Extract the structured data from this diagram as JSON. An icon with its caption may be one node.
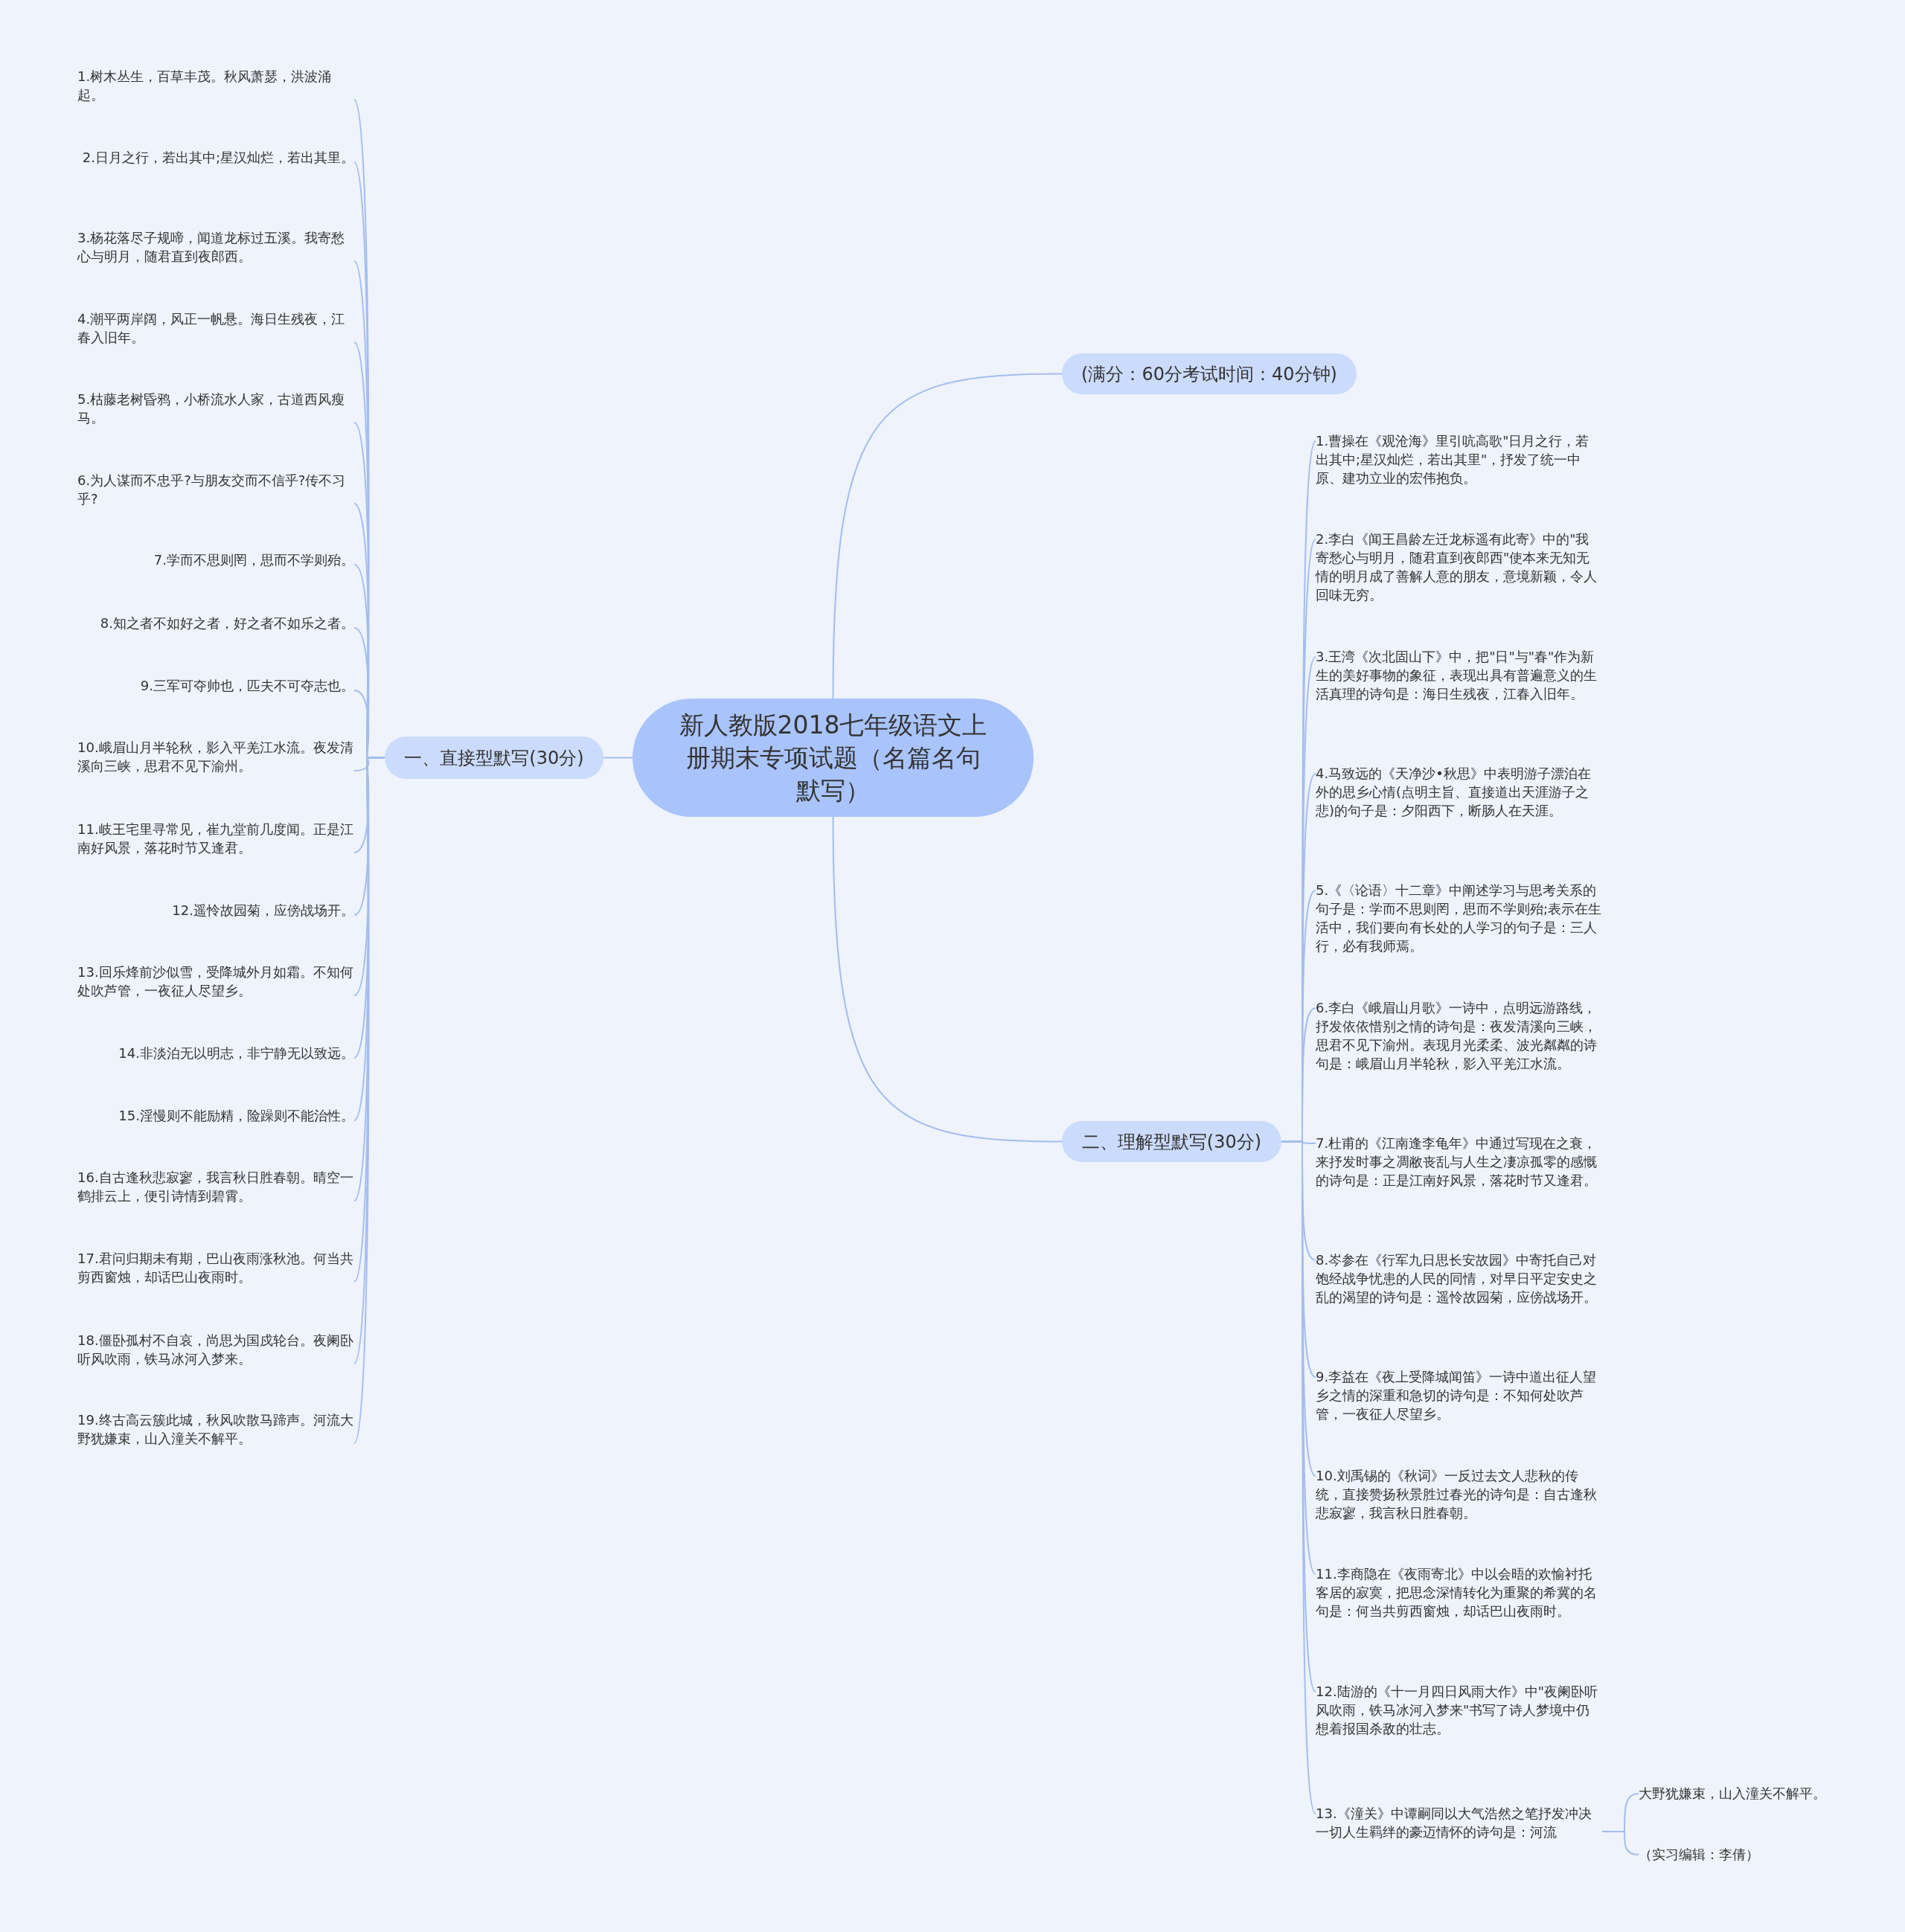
{
  "diagram": {
    "nodes": [
      {
        "text": [
          "新人教版2018七年级语文上册期末专项试题（名篇名句默写）"
        ]
      },
      {
        "text": [
          "一、直接型默写(30分)"
        ]
      },
      {
        "text": [
          "(满分：60分考试时间：40分钟)"
        ]
      },
      {
        "text": [
          "二、理解型默写(30分)"
        ]
      },
      {
        "text": [
          "1.树木丛生，百草丰茂。秋风萧瑟，洪波涌起。"
        ]
      },
      {
        "text": [
          "2.日月之行，若出其中;星汉灿烂，若出其里。"
        ]
      },
      {
        "text": [
          "3.杨花落尽子规啼，闻道龙标过五溪。我寄愁心与明月，随君直到夜郎西。"
        ]
      },
      {
        "text": [
          "4.潮平两岸阔，风正一帆悬。海日生残夜，江春入旧年。"
        ]
      },
      {
        "text": [
          "5.枯藤老树昏鸦，小桥流水人家，古道西风瘦马。"
        ]
      },
      {
        "text": [
          "6.为人谋而不忠乎?与朋友交而不信乎?传不习乎?"
        ]
      },
      {
        "text": [
          "7.学而不思则罔，思而不学则殆。"
        ]
      },
      {
        "text": [
          "8.知之者不如好之者，好之者不如乐之者。"
        ]
      },
      {
        "text": [
          "9.三军可夺帅也，匹夫不可夺志也。"
        ]
      },
      {
        "text": [
          "10.峨眉山月半轮秋，影入平羌江水流。夜发清溪向三峡，思君不见下渝州。"
        ]
      },
      {
        "text": [
          "11.岐王宅里寻常见，崔九堂前几度闻。正是江南好风景，落花时节又逢君。"
        ]
      },
      {
        "text": [
          "12.遥怜故园菊，应傍战场开。"
        ]
      },
      {
        "text": [
          "13.回乐烽前沙似雪，受降城外月如霜。不知何处吹芦管，一夜征人尽望乡。"
        ]
      },
      {
        "text": [
          "14.非淡泊无以明志，非宁静无以致远。"
        ]
      },
      {
        "text": [
          "15.淫慢则不能励精，险躁则不能治性。"
        ]
      },
      {
        "text": [
          "16.自古逢秋悲寂寥，我言秋日胜春朝。晴空一鹤排云上，便引诗情到碧霄。"
        ]
      },
      {
        "text": [
          "17.君问归期未有期，巴山夜雨涨秋池。何当共剪西窗烛，却话巴山夜雨时。"
        ]
      },
      {
        "text": [
          "18.僵卧孤村不自哀，尚思为国戍轮台。夜阑卧听风吹雨，铁马冰河入梦来。"
        ]
      },
      {
        "text": [
          "19.终古高云簇此城，秋风吹散马蹄声。河流大野犹嫌束，山入潼关不解平。"
        ]
      },
      {
        "text": [
          "1.曹操在《观沧海》里引吭高歌\"日月之行，若出其中;星汉灿烂，若出其里\"，抒发了统一中原、建功立业的宏伟抱负。"
        ]
      },
      {
        "text": [
          "2.李白《闻王昌龄左迁龙标遥有此寄》中的\"我寄愁心与明月，随君直到夜郎西\"使本来无知无情的明月成了善解人意的朋友，意境新颖，令人回味无穷。"
        ]
      },
      {
        "text": [
          "3.王湾《次北固山下》中，把\"日\"与\"春\"作为新生的美好事物的象征，表现出具有普遍意义的生活真理的诗句是：海日生残夜，江春入旧年。"
        ]
      },
      {
        "text": [
          "4.马致远的《天净沙•秋思》中表明游子漂泊在外的思乡心情(点明主旨、直接道出天涯游子之悲)的句子是：夕阳西下，断肠人在天涯。"
        ]
      },
      {
        "text": [
          "5.《〈论语〉十二章》中阐述学习与思考关系的句子是：学而不思则罔，思而不学则殆;表示在生活中，我们要向有长处的人学习的句子是：三人行，必有我师焉。"
        ]
      },
      {
        "text": [
          "6.李白《峨眉山月歌》一诗中，点明远游路线，抒发依依惜别之情的诗句是：夜发清溪向三峡，思君不见下渝州。表现月光柔柔、波光粼粼的诗句是：峨眉山月半轮秋，影入平羌江水流。"
        ]
      },
      {
        "text": [
          "7.杜甫的《江南逢李龟年》中通过写现在之衰，来抒发时事之凋敝丧乱与人生之凄凉孤零的感慨的诗句是：正是江南好风景，落花时节又逢君。"
        ]
      },
      {
        "text": [
          "8.岑参在《行军九日思长安故园》中寄托自己对饱经战争忧患的人民的同情，对早日平定安史之乱的渴望的诗句是：遥怜故园菊，应傍战场开。"
        ]
      },
      {
        "text": [
          "9.李益在《夜上受降城闻笛》一诗中道出征人望乡之情的深重和急切的诗句是：不知何处吹芦管，一夜征人尽望乡。"
        ]
      },
      {
        "text": [
          "10.刘禹锡的《秋词》一反过去文人悲秋的传统，直接赞扬秋景胜过春光的诗句是：自古逢秋悲寂寥，我言秋日胜春朝。"
        ]
      },
      {
        "text": [
          "11.李商隐在《夜雨寄北》中以会晤的欢愉衬托客居的寂寞，把思念深情转化为重聚的希冀的名句是：何当共剪西窗烛，却话巴山夜雨时。"
        ]
      },
      {
        "text": [
          "12.陆游的《十一月四日风雨大作》中\"夜阑卧听风吹雨，铁马冰河入梦来\"书写了诗人梦境中仍想着报国杀敌的壮志。"
        ]
      },
      {
        "text": [
          "13.《潼关》中谭嗣同以大气浩然之笔抒发冲决一切人生羁绊的豪迈情怀的诗句是：河流"
        ]
      },
      {
        "text": [
          "大野犹嫌束，山入潼关不解平。"
        ]
      },
      {
        "text": [
          "（实习编辑：李倩）"
        ]
      }
    ],
    "edges": [
      {
        "from": 0,
        "to": 1,
        "arrow": "none"
      },
      {
        "from": 0,
        "to": 2,
        "arrow": "none"
      },
      {
        "from": 0,
        "to": 3,
        "arrow": "none"
      },
      {
        "from": 1,
        "to": 4,
        "arrow": "none"
      },
      {
        "from": 1,
        "to": 5,
        "arrow": "none"
      },
      {
        "from": 1,
        "to": 6,
        "arrow": "none"
      },
      {
        "from": 1,
        "to": 7,
        "arrow": "none"
      },
      {
        "from": 1,
        "to": 8,
        "arrow": "none"
      },
      {
        "from": 1,
        "to": 9,
        "arrow": "none"
      },
      {
        "from": 1,
        "to": 10,
        "arrow": "none"
      },
      {
        "from": 1,
        "to": 11,
        "arrow": "none"
      },
      {
        "from": 1,
        "to": 12,
        "arrow": "none"
      },
      {
        "from": 1,
        "to": 13,
        "arrow": "none"
      },
      {
        "from": 1,
        "to": 14,
        "arrow": "none"
      },
      {
        "from": 1,
        "to": 15,
        "arrow": "none"
      },
      {
        "from": 1,
        "to": 16,
        "arrow": "none"
      },
      {
        "from": 1,
        "to": 17,
        "arrow": "none"
      },
      {
        "from": 1,
        "to": 18,
        "arrow": "none"
      },
      {
        "from": 1,
        "to": 19,
        "arrow": "none"
      },
      {
        "from": 1,
        "to": 20,
        "arrow": "none"
      },
      {
        "from": 1,
        "to": 21,
        "arrow": "none"
      },
      {
        "from": 1,
        "to": 22,
        "arrow": "none"
      },
      {
        "from": 3,
        "to": 23,
        "arrow": "none"
      },
      {
        "from": 3,
        "to": 24,
        "arrow": "none"
      },
      {
        "from": 3,
        "to": 25,
        "arrow": "none"
      },
      {
        "from": 3,
        "to": 26,
        "arrow": "none"
      },
      {
        "from": 3,
        "to": 27,
        "arrow": "none"
      },
      {
        "from": 3,
        "to": 28,
        "arrow": "none"
      },
      {
        "from": 3,
        "to": 29,
        "arrow": "none"
      },
      {
        "from": 3,
        "to": 30,
        "arrow": "none"
      },
      {
        "from": 3,
        "to": 31,
        "arrow": "none"
      },
      {
        "from": 3,
        "to": 32,
        "arrow": "none"
      },
      {
        "from": 3,
        "to": 33,
        "arrow": "none"
      },
      {
        "from": 3,
        "to": 34,
        "arrow": "none"
      },
      {
        "from": 3,
        "to": 35,
        "arrow": "none"
      },
      {
        "from": 35,
        "to": 36,
        "arrow": "none"
      },
      {
        "from": 35,
        "to": 37,
        "arrow": "none"
      }
    ]
  }
}
